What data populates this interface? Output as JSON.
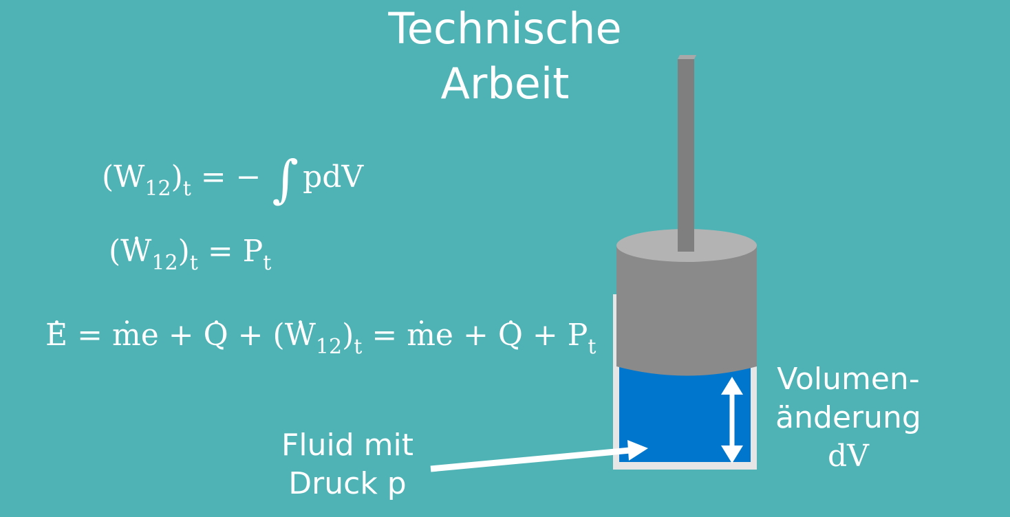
{
  "title": {
    "line1": "Technische",
    "line2": "Arbeit"
  },
  "equations": {
    "eq1": {
      "open_paren": "(W",
      "sub": "12",
      "close": ")",
      "sub_t": "t",
      "rhs_pre": " = − ",
      "integral": "∫",
      "rhs": "pdV"
    },
    "eq2": {
      "open": "(",
      "w": "W",
      "sub": "12",
      "close": ")",
      "sub_t": "t",
      "rhs": "  = P",
      "sub_p": "t"
    },
    "eq3": {
      "e": "E",
      "eq1": " = ",
      "m1": "m",
      "e1": "e + ",
      "q1": "Q",
      "plus1": " + (",
      "w": "W",
      "sub": "12",
      "close": ")",
      "sub_t": "t",
      "eq2": " = ",
      "m2": "m",
      "e2": "e + ",
      "q2": "Q",
      "plus2": " + P",
      "sub_p": "t"
    }
  },
  "labels": {
    "fluid_line1": "Fluid mit",
    "fluid_line2": "Druck p",
    "vol_line1": "Volumen-",
    "vol_line2": "änderung",
    "vol_line3": "dV"
  },
  "colors": {
    "background": "#4fb3b5",
    "fluid": "#0077cc",
    "piston": "#8a8a8a",
    "piston_top": "#b3b3b3",
    "rod": "#7f7f7f",
    "cylinder_wall": "#e6e6e6",
    "arrow": "#ffffff"
  }
}
